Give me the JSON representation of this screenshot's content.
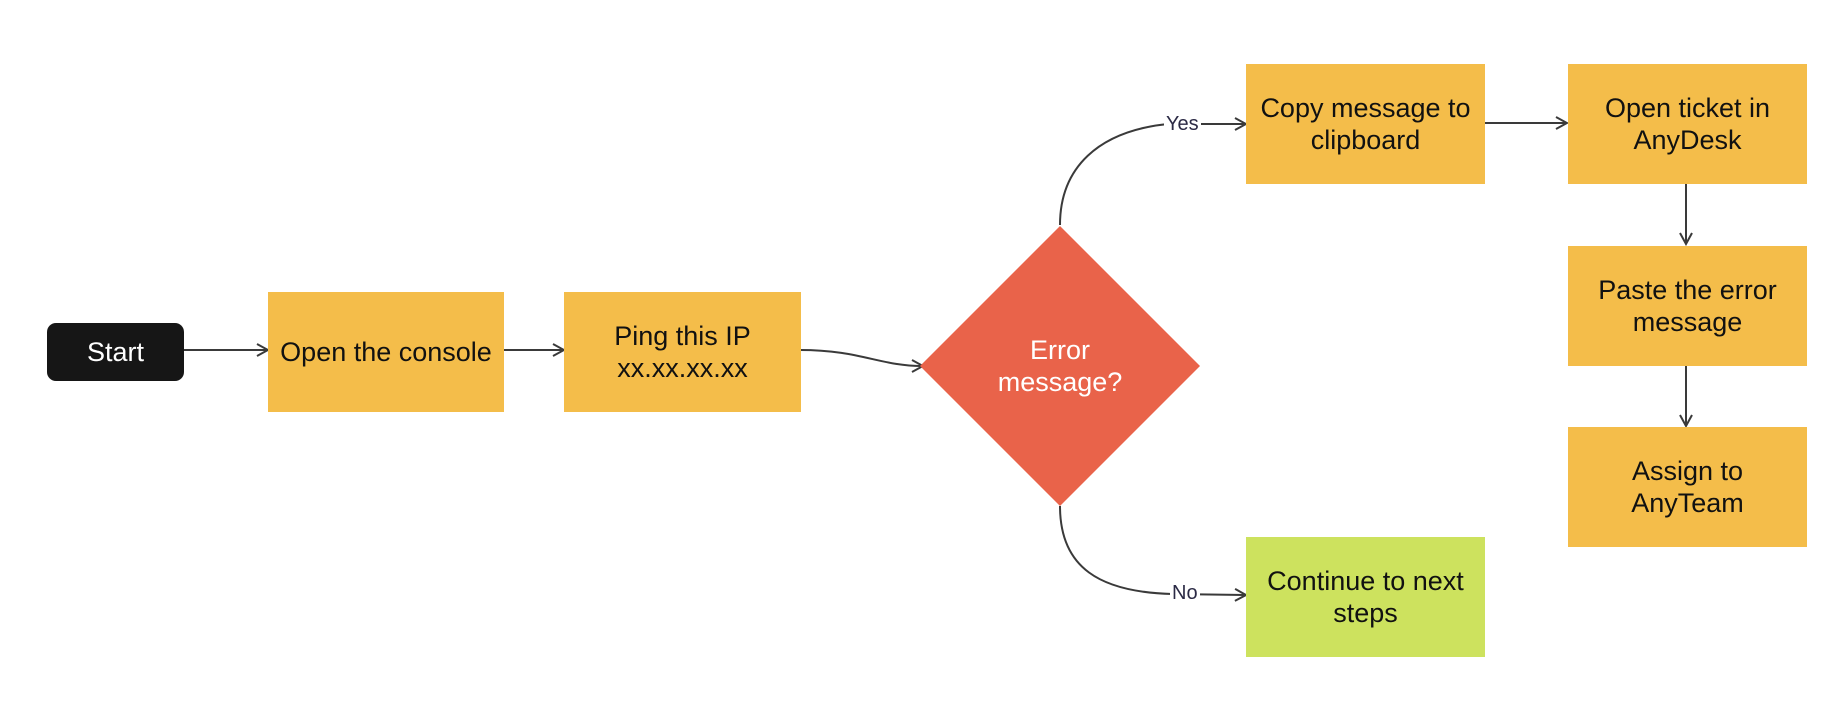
{
  "colors": {
    "process": "#f4bd4a",
    "terminal": "#161616",
    "decision": "#e9634a",
    "outcome": "#cde25e",
    "connector": "#3a3a3a"
  },
  "nodes": {
    "start": "Start",
    "open_console": "Open the console",
    "ping_ip": "Ping this IP\nxx.xx.xx.xx",
    "error_decision": "Error\nmessage?",
    "copy_message": "Copy message to\nclipboard",
    "open_ticket": "Open ticket in\nAnyDesk",
    "paste_error": "Paste the error\nmessage",
    "assign_team": "Assign to\nAnyTeam",
    "continue_steps": "Continue to next\nsteps"
  },
  "edge_labels": {
    "yes": "Yes",
    "no": "No"
  }
}
